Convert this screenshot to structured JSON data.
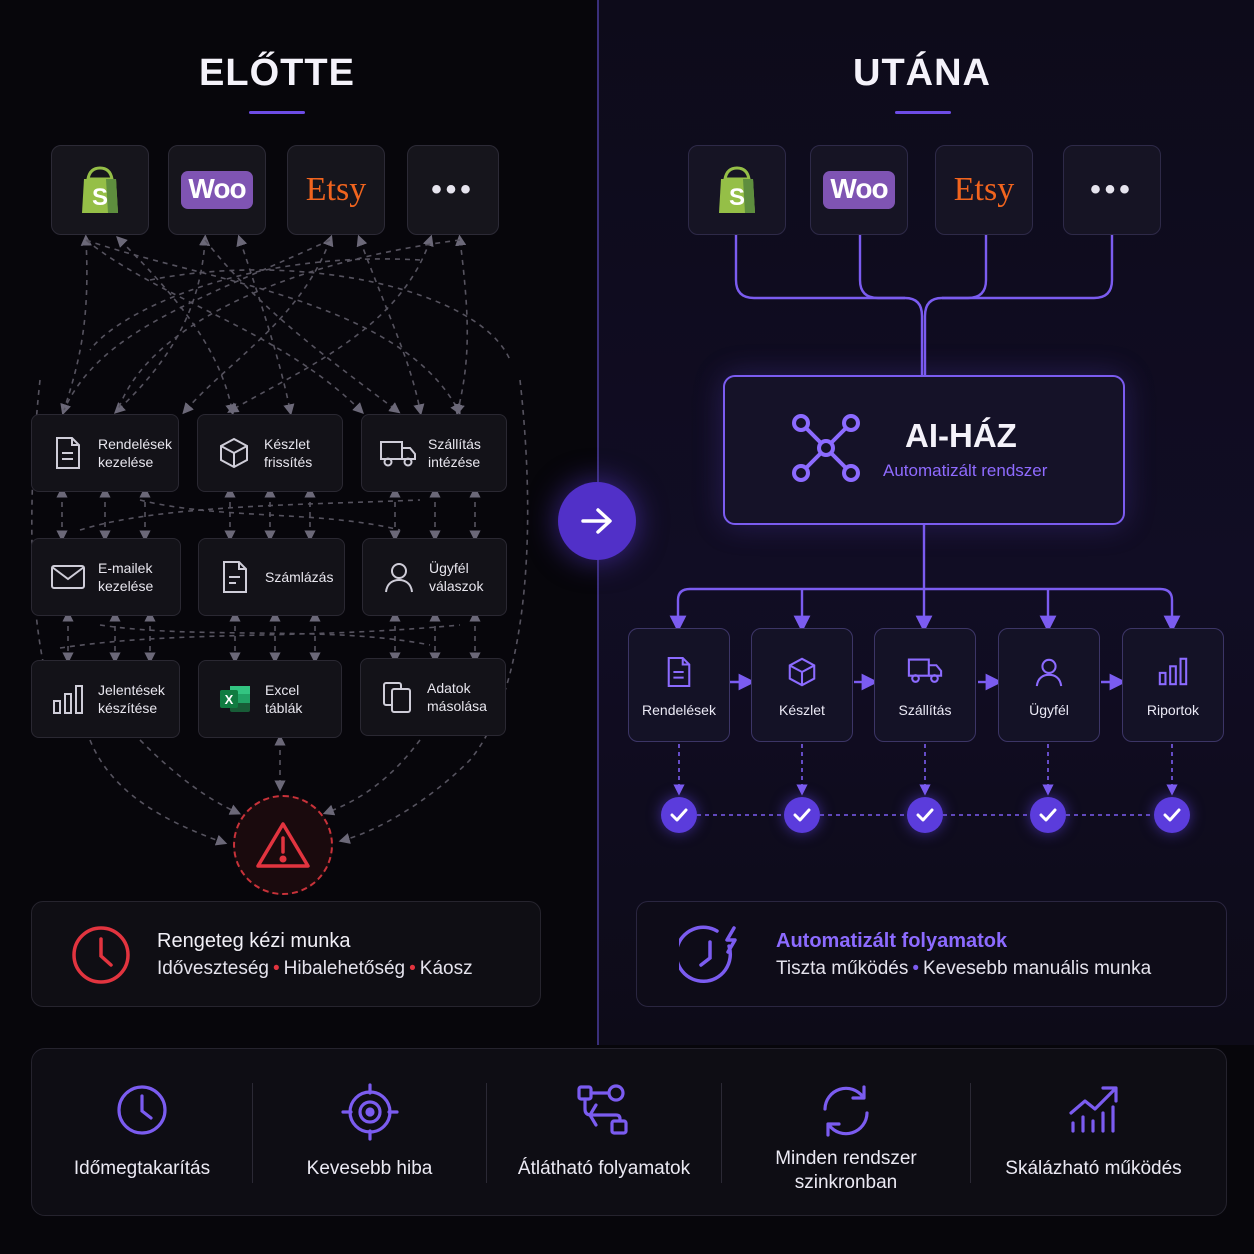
{
  "before": {
    "title": "ELŐTTE",
    "platforms": [
      {
        "name": "Shopify",
        "icon": "shopify-icon"
      },
      {
        "name": "Woo",
        "icon": "woo-logo"
      },
      {
        "name": "Etsy",
        "icon": "etsy-logo"
      },
      {
        "name": "•••",
        "icon": "more-icon"
      }
    ],
    "tasks": [
      {
        "label": "Rendelések\nkezelése",
        "icon": "document-icon"
      },
      {
        "label": "Készlet\nfrissítés",
        "icon": "box-icon"
      },
      {
        "label": "Szállítás\nintézése",
        "icon": "truck-icon"
      },
      {
        "label": "E-mailek\nkezelése",
        "icon": "mail-icon"
      },
      {
        "label": "Számlázás",
        "icon": "invoice-icon"
      },
      {
        "label": "Ügyfél\nválaszok",
        "icon": "user-icon"
      },
      {
        "label": "Jelentések\nkészítése",
        "icon": "bar-chart-icon"
      },
      {
        "label": "Excel\ntáblák",
        "icon": "excel-icon"
      },
      {
        "label": "Adatok\nmásolása",
        "icon": "copy-icon"
      }
    ],
    "summary": {
      "title": "Rengeteg kézi munka",
      "items": [
        "Időveszteség",
        "Hibalehetőség",
        "Káosz"
      ]
    }
  },
  "after": {
    "title": "UTÁNA",
    "hub": {
      "title": "AI-HÁZ",
      "subtitle": "Automatizált rendszer"
    },
    "stages": [
      {
        "label": "Rendelések",
        "icon": "document-icon"
      },
      {
        "label": "Készlet",
        "icon": "box-icon"
      },
      {
        "label": "Szállítás",
        "icon": "truck-icon"
      },
      {
        "label": "Ügyfél",
        "icon": "user-icon"
      },
      {
        "label": "Riportok",
        "icon": "bar-chart-icon"
      }
    ],
    "summary": {
      "title": "Automatizált folyamatok",
      "items": [
        "Tiszta működés",
        "Kevesebb manuális munka"
      ]
    }
  },
  "benefits": [
    {
      "label": "Időmegtakarítás",
      "icon": "clock-icon"
    },
    {
      "label": "Kevesebb hiba",
      "icon": "target-icon"
    },
    {
      "label": "Átlátható folyamatok",
      "icon": "flow-icon"
    },
    {
      "label": "Minden rendszer\nszinkronban",
      "icon": "sync-icon"
    },
    {
      "label": "Skálázható működés",
      "icon": "growth-chart-icon"
    }
  ],
  "colors": {
    "accent": "#7b5cf0",
    "danger": "#e2343f",
    "shopify": "#95bf47",
    "woo": "#7f54b3",
    "etsy": "#f1641e",
    "excel": "#21a366"
  }
}
